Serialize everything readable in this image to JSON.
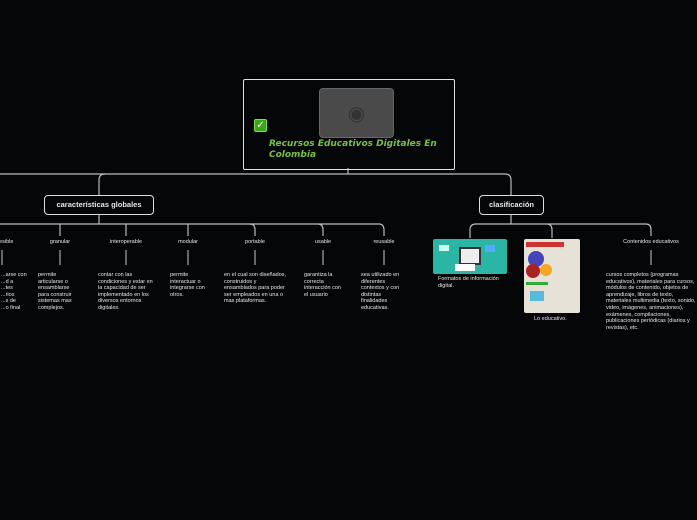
{
  "root": {
    "title": "Recursos Educativos Digitales En Colombia",
    "image_icon": "camera-icon",
    "check_icon": "checkbox-icon"
  },
  "branches": [
    {
      "label": "características globales",
      "children": [
        {
          "label": "accesible",
          "desc": "...arse con\n...d a\n...tes\n...rios\n...s de\n...o final"
        },
        {
          "label": "granular",
          "desc": "permite articularse o ensamblarse para construir sistemas mas complejos."
        },
        {
          "label": "interoperable",
          "desc": "contar con las condiciones y estar en la capacidad de ser implementado en los diversos entornos digitales."
        },
        {
          "label": "modular",
          "desc": "permite interactuar o integrarse con otros."
        },
        {
          "label": "portable",
          "desc": "en el cual son diseñados, construidos y ensamblados para poder ser empleados en una o mas plataformas."
        },
        {
          "label": "usable",
          "desc": "garantiza la correcta interacción con el usuario"
        },
        {
          "label": "reusable",
          "desc": "sea utilizado en diferentes contextos y con distintas finalidades educativas."
        }
      ]
    },
    {
      "label": "clasificación",
      "children": [
        {
          "label": "Formatos de información digital."
        },
        {
          "label": "Lo educativo."
        },
        {
          "label": "Contenidos educativos",
          "desc": "cursos completos (programas educativos), materiales para cursos, módulos de contenido, objetos de aprendizaje, libros de texto, materiales multimedia (texto, sonido, video, imágenes, animaciones), exámenes, compilaciones, publicaciones periódicas (diarios y revistas), etc."
        }
      ]
    }
  ]
}
